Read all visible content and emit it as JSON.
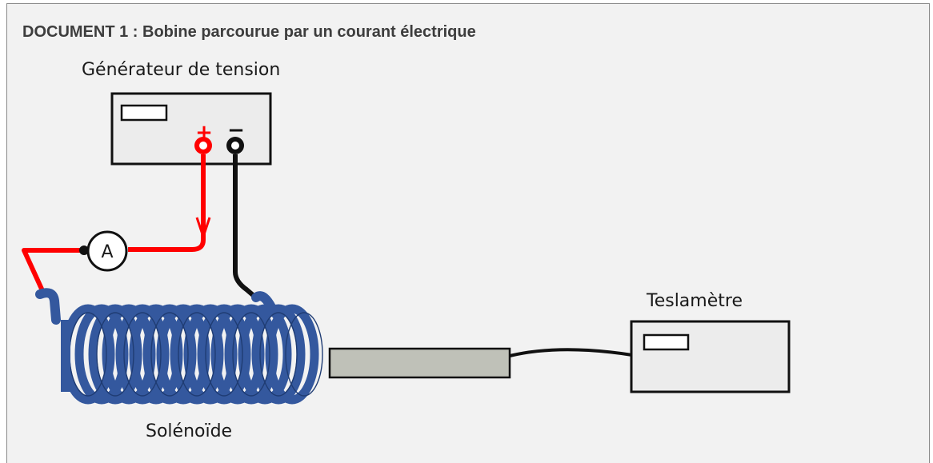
{
  "document": {
    "title": "DOCUMENT 1 : Bobine parcourue par un courant électrique"
  },
  "labels": {
    "generator": "Générateur de tension",
    "plus": "+",
    "minus": "−",
    "ammeter": "A",
    "teslameter": "Teslamètre",
    "solenoid": "Solénoïde"
  },
  "colors": {
    "positive_wire": "#ff0000",
    "negative_wire": "#1a1a1a",
    "coil": "#34589e",
    "probe": "#bfc1b8",
    "device_fill": "#ececec"
  }
}
